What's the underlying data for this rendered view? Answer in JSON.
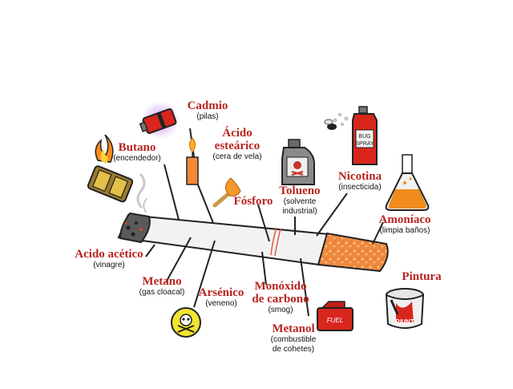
{
  "colors": {
    "label": "#b8241f",
    "filter": "#f08a3e",
    "paper": "#f2f2f2",
    "ash": "#5a5a5a",
    "ember": "#c9472a"
  },
  "labels": {
    "cadmio": {
      "name": "Cadmio",
      "desc": "(pilas)",
      "icon": "battery-icon"
    },
    "butano": {
      "name": "Butano",
      "desc": "(encendedor)",
      "icon": "lighter-icon"
    },
    "acido_estearico": {
      "name_1": "Ácido",
      "name_2": "esteárico",
      "desc": "(cera de vela)",
      "icon": "candle-icon"
    },
    "fosforo": {
      "name": "Fósforo",
      "icon": "match-icon"
    },
    "tolueno": {
      "name": "Tolueno",
      "desc_1": "(solvente",
      "desc_2": "industrial)",
      "icon": "solvent-bottle-icon"
    },
    "nicotina": {
      "name": "Nicotina",
      "desc": "(insecticida)",
      "icon": "bug-spray-icon",
      "can_text_1": "BUG",
      "can_text_2": "SPRAY"
    },
    "amoniaco": {
      "name": "Amoníaco",
      "desc": "(limpia baños)",
      "icon": "flask-icon"
    },
    "acido_acetico": {
      "name": "Acido acético",
      "desc": "(vinagre)"
    },
    "metano": {
      "name": "Metano",
      "desc": "(gas cloacal)"
    },
    "arsenico": {
      "name": "Arsénico",
      "desc": "(veneno)",
      "icon": "skull-icon"
    },
    "monoxido": {
      "name_1": "Monóxido",
      "name_2": "de carbono",
      "desc": "(smog)"
    },
    "metanol": {
      "name": "Metanol",
      "desc_1": "(combustible",
      "desc_2": "de cohetes)",
      "icon": "fuel-can-icon",
      "can_text": "FUEL"
    },
    "pintura": {
      "name": "Pintura",
      "icon": "paint-can-icon",
      "can_text": "PAINT"
    }
  }
}
